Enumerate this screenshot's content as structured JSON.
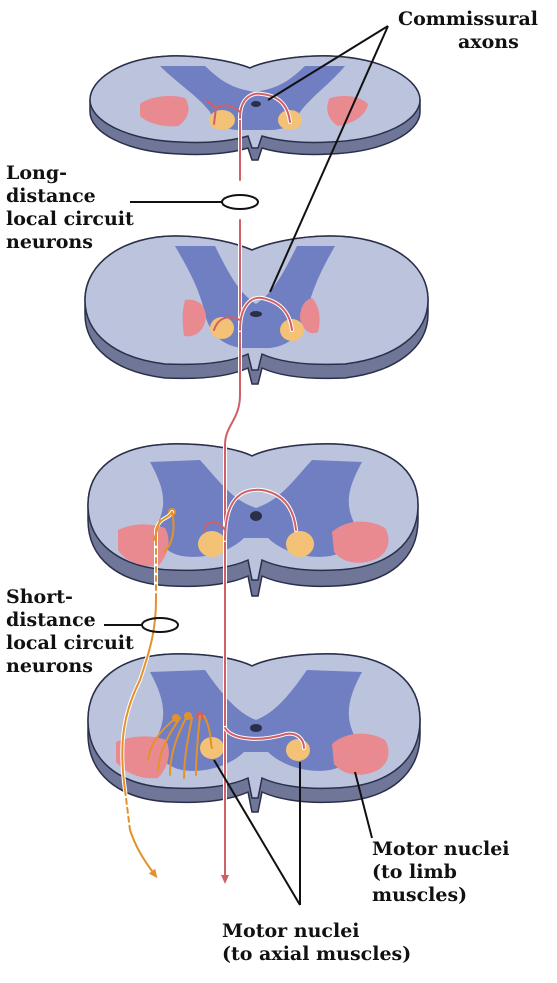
{
  "labels": {
    "commissural": [
      "Commissural",
      "axons"
    ],
    "long_distance": [
      "Long-",
      "distance",
      "local circuit",
      "neurons"
    ],
    "short_distance": [
      "Short-",
      "distance",
      "local circuit",
      "neurons"
    ],
    "motor_limb": [
      "Motor nuclei",
      "(to limb",
      "muscles)"
    ],
    "motor_axial": [
      "Motor nuclei",
      "(to axial muscles)"
    ]
  },
  "colors": {
    "white_matter": "#bcc3dd",
    "white_matter_side": "#6f7698",
    "gray_matter": "#6f7fc2",
    "limb_motor_nucleus": "#e98a90",
    "axial_motor_nucleus": "#f3c276",
    "long_distance_axon": "#d06068",
    "short_distance_axon": "#e3922b",
    "outline": "#2a2f4a",
    "label_line": "#111111"
  }
}
